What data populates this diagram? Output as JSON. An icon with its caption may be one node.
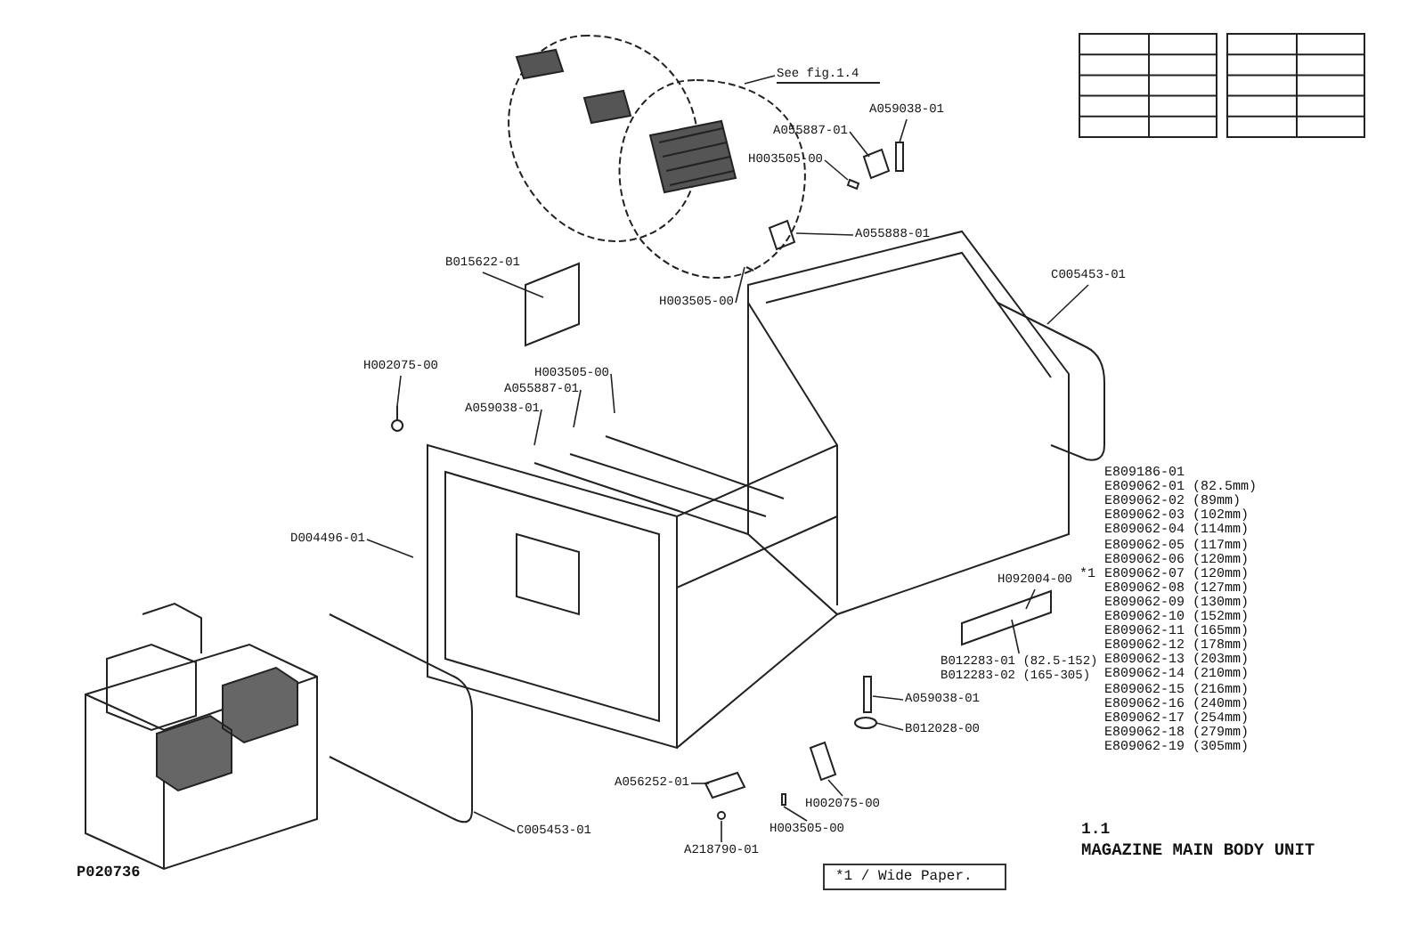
{
  "diagram": {
    "title": "MAGAZINE MAIN BODY UNIT",
    "nodes": [
      {
        "text": [
          "See fig.1.4"
        ]
      },
      {
        "text": [
          "A059038-01"
        ]
      },
      {
        "text": [
          "A055887-01"
        ]
      },
      {
        "text": [
          "H003505-00"
        ]
      },
      {
        "text": [
          "A055888-01"
        ]
      },
      {
        "text": [
          "B015622-01"
        ]
      },
      {
        "text": [
          "H003505-00"
        ]
      },
      {
        "text": [
          "C005453-01"
        ]
      },
      {
        "text": [
          "H002075-00"
        ]
      },
      {
        "text": [
          "H003505-00"
        ]
      },
      {
        "text": [
          "A055887-01"
        ]
      },
      {
        "text": [
          "A059038-01"
        ]
      },
      {
        "text": [
          "D004496-01"
        ]
      },
      {
        "text": [
          "H092004-00"
        ]
      },
      {
        "text": [
          "B012283-01 (82.5-152)",
          "B012283-02 (165-305)"
        ]
      },
      {
        "text": [
          "A059038-01"
        ]
      },
      {
        "text": [
          "B012028-00"
        ]
      },
      {
        "text": [
          "H002075-00"
        ]
      },
      {
        "text": [
          "H003505-00"
        ]
      },
      {
        "text": [
          "A056252-01"
        ]
      },
      {
        "text": [
          "A218790-01"
        ]
      },
      {
        "text": [
          "C005453-01"
        ]
      }
    ],
    "edges": [
      {
        "from": 0,
        "to": null,
        "arrow": "none"
      },
      {
        "from": 1,
        "to": null,
        "arrow": "none"
      },
      {
        "from": 2,
        "to": null,
        "arrow": "none"
      },
      {
        "from": 3,
        "to": null,
        "arrow": "none"
      },
      {
        "from": 4,
        "to": null,
        "arrow": "none"
      },
      {
        "from": 5,
        "to": null,
        "arrow": "none"
      },
      {
        "from": 6,
        "to": null,
        "arrow": "none"
      },
      {
        "from": 7,
        "to": null,
        "arrow": "none"
      },
      {
        "from": 8,
        "to": null,
        "arrow": "none"
      },
      {
        "from": 9,
        "to": null,
        "arrow": "none"
      },
      {
        "from": 10,
        "to": null,
        "arrow": "none"
      },
      {
        "from": 11,
        "to": null,
        "arrow": "none"
      },
      {
        "from": 12,
        "to": null,
        "arrow": "none"
      },
      {
        "from": 13,
        "to": null,
        "arrow": "none"
      },
      {
        "from": 14,
        "to": null,
        "arrow": "none"
      },
      {
        "from": 15,
        "to": null,
        "arrow": "none"
      },
      {
        "from": 16,
        "to": null,
        "arrow": "none"
      },
      {
        "from": 17,
        "to": null,
        "arrow": "none"
      },
      {
        "from": 18,
        "to": null,
        "arrow": "none"
      },
      {
        "from": 19,
        "to": null,
        "arrow": "none"
      },
      {
        "from": 20,
        "to": null,
        "arrow": "none"
      },
      {
        "from": 21,
        "to": null,
        "arrow": "none"
      }
    ],
    "labels": [
      "E809186-01",
      "E809062-01 (82.5mm)",
      "E809062-02 (89mm)",
      "E809062-03 (102mm)",
      "E809062-04 (114mm)",
      "E809062-05 (117mm)",
      "E809062-06 (120mm)",
      "*1",
      "E809062-07 (120mm)",
      "E809062-08 (127mm)",
      "E809062-09 (130mm)",
      "E809062-10 (152mm)",
      "E809062-11 (165mm)",
      "E809062-12 (178mm)",
      "E809062-13 (203mm)",
      "E809062-14 (210mm)",
      "E809062-15 (216mm)",
      "E809062-16 (240mm)",
      "E809062-17 (254mm)",
      "E809062-18 (279mm)",
      "E809062-19 (305mm)",
      "1.1",
      "*1 / Wide Paper.",
      "P020736"
    ]
  }
}
